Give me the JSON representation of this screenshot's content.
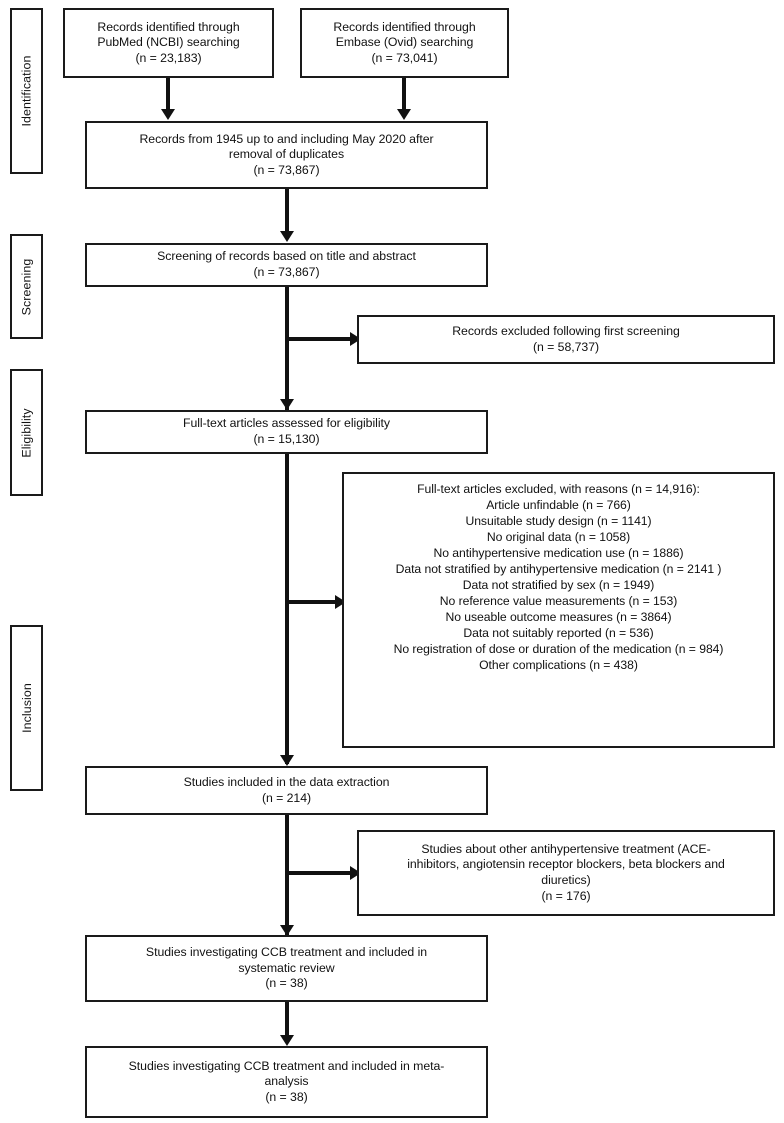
{
  "diagram": {
    "title": "PRISMA flow diagram",
    "type": "flowchart",
    "line_color": "#111111",
    "box_border_color": "#1a1a1a",
    "background_color": "#ffffff"
  },
  "stages": [
    {
      "id": "identification",
      "label": "Identification"
    },
    {
      "id": "screening",
      "label": "Screening"
    },
    {
      "id": "eligibility",
      "label": "Eligibility"
    },
    {
      "id": "inclusion",
      "label": "Inclusion"
    }
  ],
  "boxes": {
    "pubmed": {
      "text": "Records identified through\nPubMed (NCBI) searching\n(n = 23,183)",
      "count": "23,183"
    },
    "embase": {
      "text": "Records identified through\nEmbase (Ovid) searching\n(n = 73,041)",
      "count": "73,041"
    },
    "deduplicated": {
      "text": "Records from 1945 up to and including May 2020 after\nremoval of duplicates\n(n = 73,867)",
      "count": "73,867"
    },
    "screening": {
      "text": "Screening of records based on title and abstract\n(n = 73,867)",
      "count": "73,867"
    },
    "excluded_first": {
      "text": "Records excluded following first screening\n(n = 58,737)",
      "count": "58,737"
    },
    "fulltext_assessed": {
      "text": "Full-text articles assessed for eligibility\n(n = 15,130)",
      "count": "15,130"
    },
    "excluded_reasons": {
      "text": "Full-text articles excluded, with reasons (n = 14,916):\nArticle unfindable (n = 766)\nUnsuitable study design (n = 1141)\nNo original data (n = 1058)\nNo antihypertensive medication use (n = 1886)\nData not stratified by antihypertensive medication (n = 2141 )\nData not stratified by sex (n = 1949)\nNo reference value measurements (n = 153)\nNo useable outcome measures (n = 3864)\nData not suitably reported (n = 536)\nNo registration of dose or duration of the medication (n = 984)\nOther complications (n = 438)",
      "heading": "Full-text articles excluded, with reasons (n = 14,916):",
      "total": "14,916",
      "reasons": [
        {
          "label": "Article unfindable",
          "n": "766"
        },
        {
          "label": "Unsuitable study design",
          "n": "1141"
        },
        {
          "label": "No original data",
          "n": "1058"
        },
        {
          "label": "No antihypertensive medication use",
          "n": "1886"
        },
        {
          "label": "Data not stratified by antihypertensive medication",
          "n": "2141 "
        },
        {
          "label": "Data not stratified by sex",
          "n": "1949"
        },
        {
          "label": "No reference value measurements",
          "n": "153"
        },
        {
          "label": "No useable outcome measures",
          "n": "3864"
        },
        {
          "label": "Data not suitably reported",
          "n": "536"
        },
        {
          "label": "No registration of dose or duration of the medication",
          "n": "984"
        },
        {
          "label": "Other complications",
          "n": "438"
        }
      ]
    },
    "data_extraction": {
      "text": "Studies included in the data extraction\n(n = 214)",
      "count": "214"
    },
    "other_treatments": {
      "text": "Studies about other antihypertensive treatment (ACE-\ninhibitors, angiotensin receptor blockers, beta blockers and\ndiuretics)\n(n = 176)",
      "count": "176"
    },
    "ccb_systematic_review": {
      "text": "Studies investigating CCB treatment and included in\nsystematic review\n(n = 38)",
      "count": "38"
    },
    "ccb_meta_analysis": {
      "text": "Studies investigating CCB treatment and included in meta-\nanalysis\n(n = 38)",
      "count": "38"
    }
  }
}
